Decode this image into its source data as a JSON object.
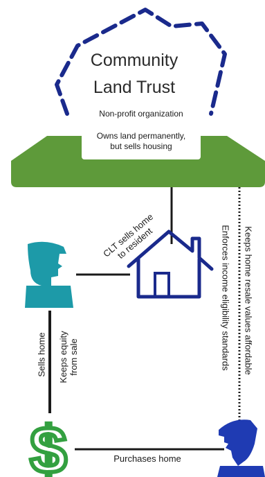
{
  "title": {
    "line1": "Community",
    "line2": "Land Trust"
  },
  "subtitle": "Non-profit organization",
  "description": {
    "line1": "Owns land permanently,",
    "line2": "but sells housing"
  },
  "edges": {
    "clt_to_resident": {
      "line1": "CLT sells home",
      "line2": "to resident"
    },
    "resale_affordable": "Keeps home resale values affordable",
    "income_standards": "Enforces income eligibility standards",
    "sells_home": "Sells home",
    "keeps_equity": {
      "line1": "Keeps equity",
      "line2": "from sale"
    },
    "purchases_home": "Purchases home"
  },
  "colors": {
    "green": "#5e9a3a",
    "navy": "#1a2a8c",
    "teal": "#1d9aa8",
    "buyer_blue": "#1f3bb3",
    "line": "#1a1a1a"
  }
}
